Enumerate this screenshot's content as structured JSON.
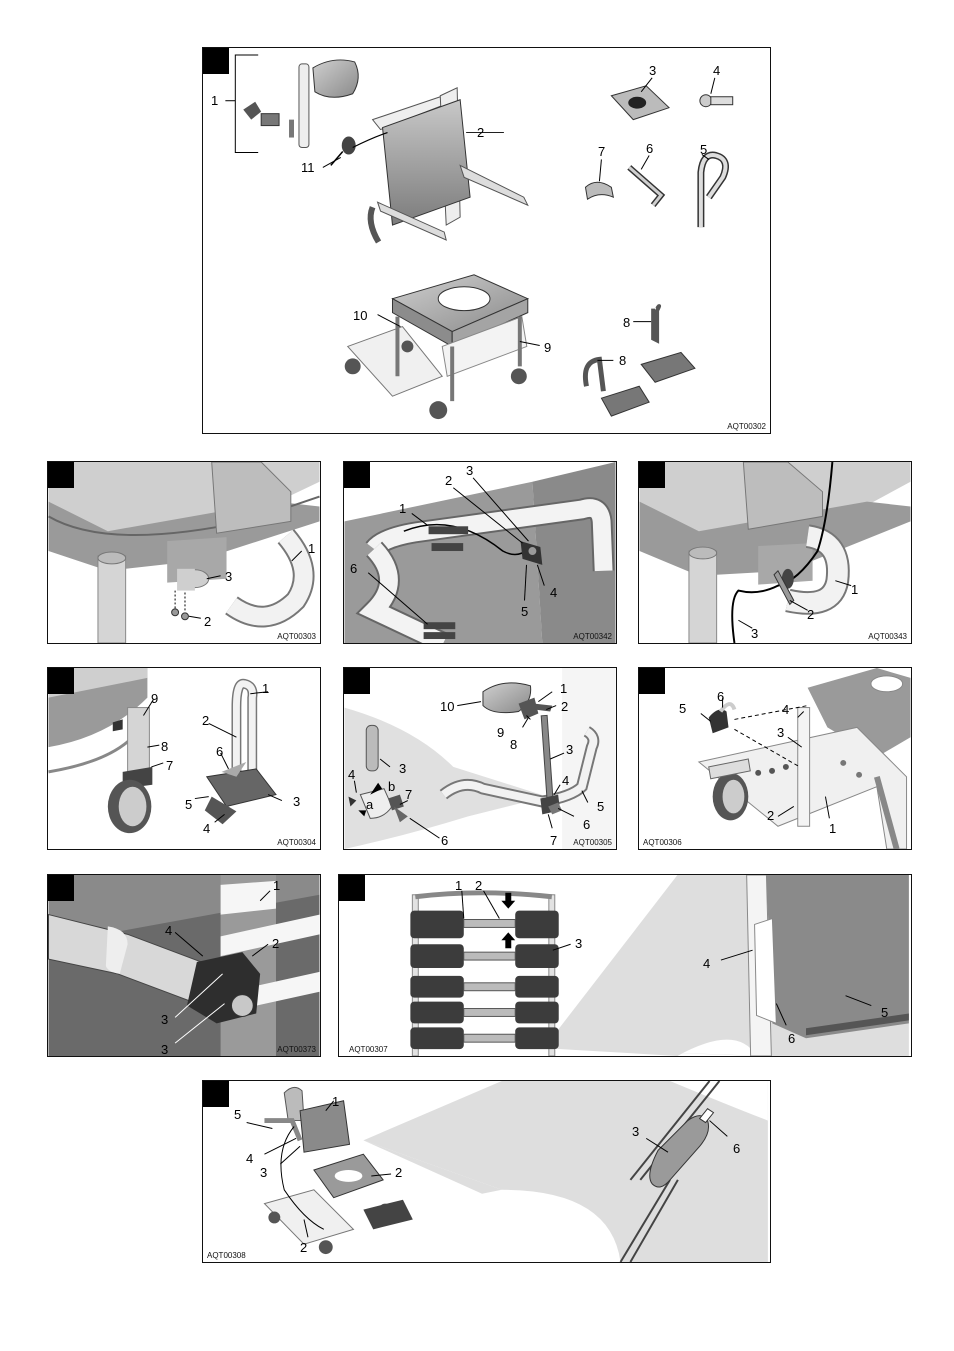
{
  "panels": {
    "p1": {
      "code": "AQT00302",
      "labels": {
        "l1": "1",
        "l2": "2",
        "l3": "3",
        "l4": "4",
        "l5": "5",
        "l6": "6",
        "l7": "7",
        "l8a": "8",
        "l8b": "8",
        "l9": "9",
        "l10": "10",
        "l11": "11"
      }
    },
    "p2": {
      "code": "AQT00303",
      "labels": {
        "l1": "1",
        "l2": "2",
        "l3": "3"
      }
    },
    "p3": {
      "code": "AQT00342",
      "labels": {
        "l1": "1",
        "l2": "2",
        "l3": "3",
        "l4": "4",
        "l5": "5",
        "l6": "6"
      }
    },
    "p4": {
      "code": "AQT00343",
      "labels": {
        "l1": "1",
        "l2": "2",
        "l3": "3"
      }
    },
    "p5": {
      "code": "AQT00304",
      "labels": {
        "l1": "1",
        "l2": "2",
        "l3": "3",
        "l4": "4",
        "l5": "5",
        "l6": "6",
        "l7": "7",
        "l8": "8",
        "l9": "9"
      }
    },
    "p6": {
      "code": "AQT00305",
      "labels": {
        "l1": "1",
        "l2": "2",
        "l3a": "3",
        "l3b": "3",
        "l4a": "4",
        "l4b": "4",
        "l5": "5",
        "l6a": "6",
        "l6b": "6",
        "l7a": "7",
        "l7b": "7",
        "l8": "8",
        "l9": "9",
        "l10": "10",
        "la": "a",
        "lb": "b"
      }
    },
    "p7": {
      "code": "AQT00306",
      "labels": {
        "l1": "1",
        "l2": "2",
        "l3": "3",
        "l4": "4",
        "l5": "5",
        "l6": "6"
      }
    },
    "p8": {
      "code": "AQT00373",
      "labels": {
        "l1": "1",
        "l2": "2",
        "l3a": "3",
        "l3b": "3",
        "l4": "4"
      }
    },
    "p9": {
      "code": "AQT00307",
      "labels": {
        "l1": "1",
        "l2": "2",
        "l3": "3",
        "l4": "4",
        "l5": "5",
        "l6": "6"
      }
    },
    "p10": {
      "code": "AQT00308",
      "labels": {
        "l1": "1",
        "l2a": "2",
        "l2b": "2",
        "l3a": "3",
        "l3b": "3",
        "l4": "4",
        "l5": "5",
        "l6": "6"
      }
    }
  },
  "colors": {
    "gray": "#9a9a9a",
    "light": "#d8d8d8",
    "dark": "#4a4a4a",
    "frame": "#e6e6e6"
  }
}
